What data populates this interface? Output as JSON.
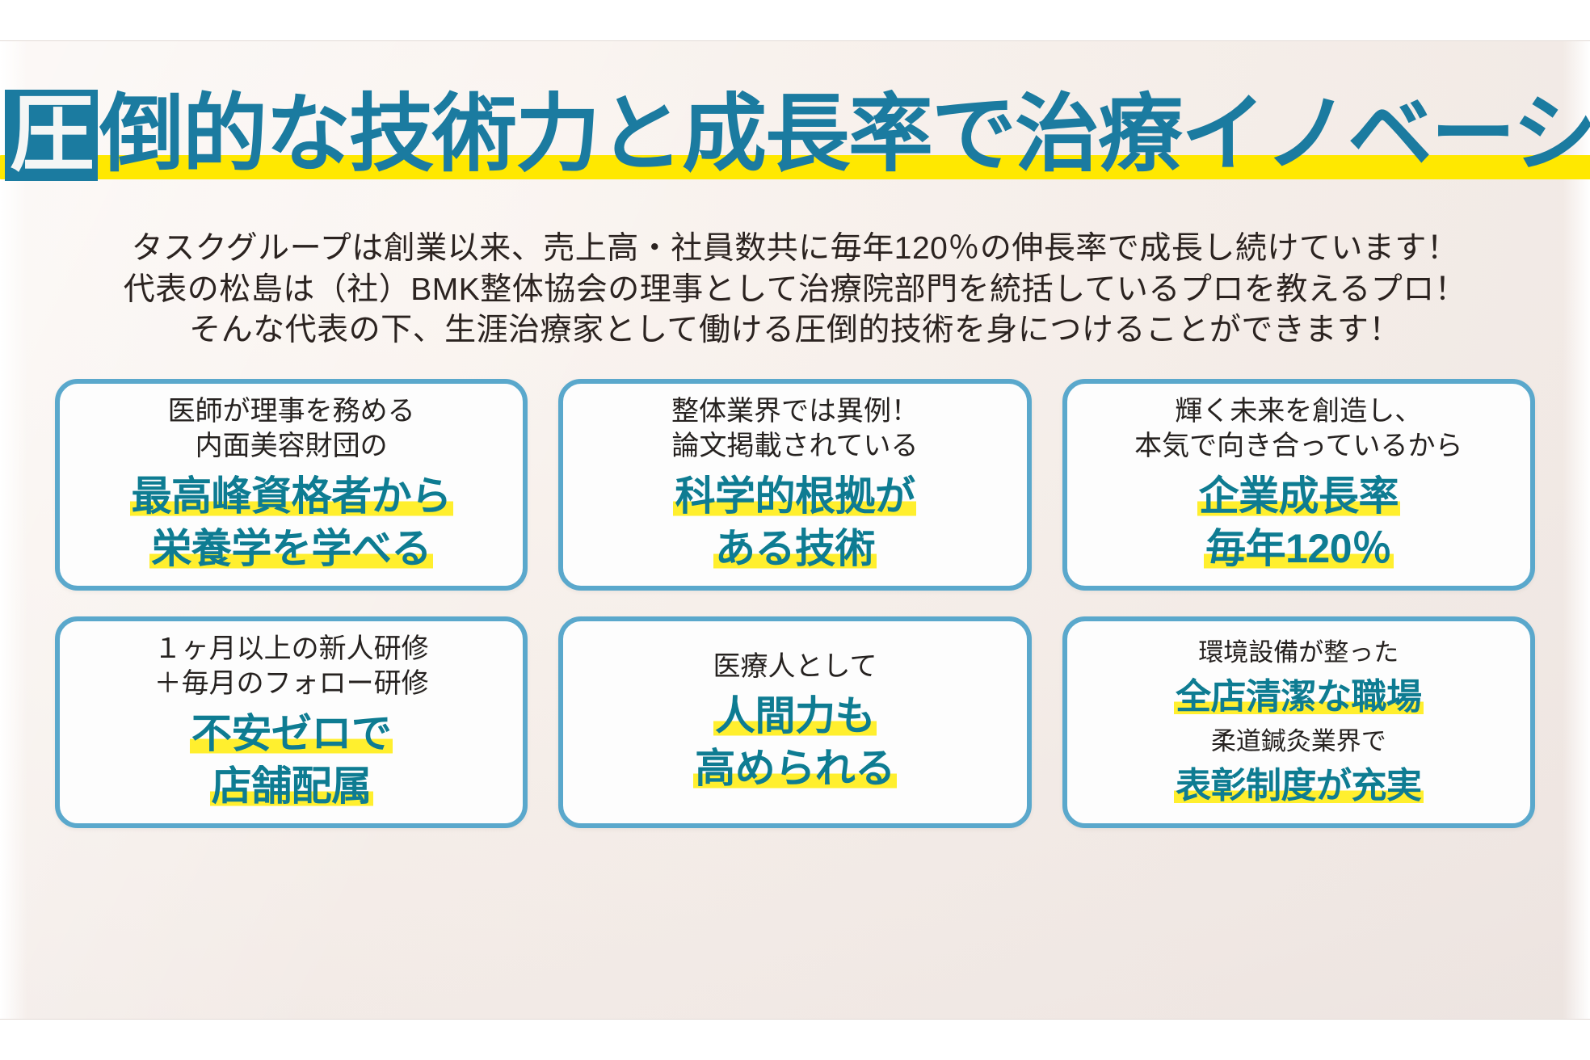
{
  "headline": {
    "badge": "圧",
    "rest": "倒的な技術力と成長率で治療イノベーション",
    "highlight_color": "#ffe800",
    "text_color": "#1b7ba0"
  },
  "lead": {
    "line1": "タスクグループは創業以来、売上高・社員数共に毎年120％の伸長率で成長し続けています！",
    "line2": "代表の松島は（社）BMK整体協会の理事として治療院部門を統括しているプロを教えるプロ！",
    "line3": "そんな代表の下、生涯治療家として働ける圧倒的技術を身につけることができます！"
  },
  "cards": [
    {
      "sub1": "医師が理事を務める",
      "sub2": "内面美容財団の",
      "big1": "最高峰資格者から",
      "big2": "栄養学を学べる"
    },
    {
      "sub1": "整体業界では異例！",
      "sub2": "論文掲載されている",
      "big1": "科学的根拠が",
      "big2": "ある技術"
    },
    {
      "sub1": "輝く未来を創造し、",
      "sub2": "本気で向き合っているから",
      "big1": "企業成長率",
      "big2": "毎年120％"
    },
    {
      "sub1": "１ヶ月以上の新人研修",
      "sub2": "＋毎月のフォロー研修",
      "big1": "不安ゼロで",
      "big2": "店舗配属"
    },
    {
      "sub1": "医療人として",
      "sub2": "",
      "big1": "人間力も",
      "big2": "高められる"
    },
    {
      "sub1": "環境設備が整った",
      "big1": "全店清潔な職場",
      "sub2": "柔道鍼灸業界で",
      "big2": "表彰制度が充実"
    }
  ],
  "theme": {
    "card_border": "#5aa8cc",
    "card_bg": "#fdfdfd",
    "accent_teal": "#0e7c92",
    "marker_yellow": "#ffef2e",
    "page_bg": "#f4ece8"
  }
}
